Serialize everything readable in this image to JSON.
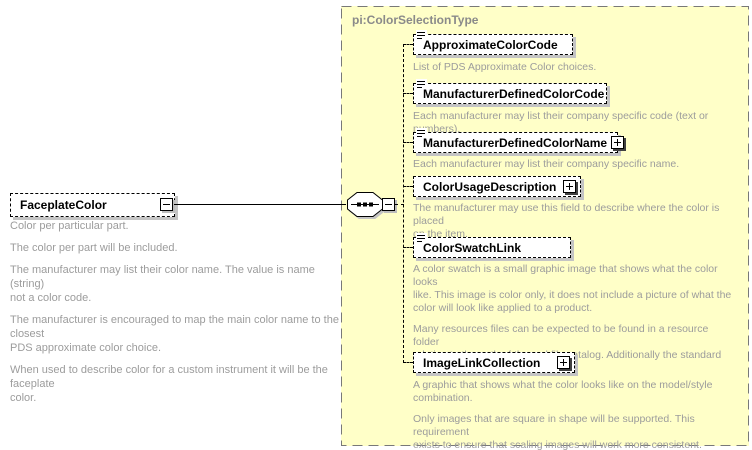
{
  "complex_type": {
    "title": "pi:ColorSelectionType",
    "fill_color": "#FFFFC8",
    "border_color": "#787878"
  },
  "root_element": {
    "label": "FaceplateColor",
    "collapse_state": "expanded",
    "annotation_paragraphs": [
      "Color per particular part.",
      "The color per part will be included.",
      "The manufacturer may list their color name.  The value is name (string)\nnot a color code.",
      "The manufacturer is encouraged to map the main color name to the closest\nPDS approximate color choice.",
      "When used to describe color for a custom instrument it will be the faceplate\ncolor."
    ]
  },
  "compositor": {
    "type": "sequence",
    "collapse_state": "expanded"
  },
  "children": [
    {
      "label": "ApproximateColorCode",
      "has_text_content_icon": true,
      "expandable": false,
      "desc": [
        "List of PDS Approximate Color choices."
      ]
    },
    {
      "label": "ManufacturerDefinedColorCode",
      "has_text_content_icon": true,
      "expandable": false,
      "desc": [
        "Each manufacturer may list their company specific code (text or numbers)."
      ]
    },
    {
      "label": "ManufacturerDefinedColorName",
      "has_text_content_icon": true,
      "expandable": true,
      "desc": [
        "Each manufacturer may list their company specific name."
      ]
    },
    {
      "label": "ColorUsageDescription",
      "has_text_content_icon": false,
      "expandable": true,
      "desc": [
        "The manufacturer may use this field to describe where the color is placed\non the item."
      ]
    },
    {
      "label": "ColorSwatchLink",
      "has_text_content_icon": true,
      "expandable": false,
      "desc": [
        "A color swatch is a small graphic image that shows what the color looks\nlike.  This image is color only, it does not include a picture of what the\ncolor will look like applied to a product.",
        "Many resources files can be expected to be found in a resource folder\nrelative to the path of the xml file catalog.  Additionally the standard\nsupport web resource links as well."
      ]
    },
    {
      "label": "ImageLinkCollection",
      "has_text_content_icon": false,
      "expandable": true,
      "desc": [
        "A graphic that shows what the color looks like on the model/style\ncombination.",
        "Only images that are square in shape will be supported.  This requirement\nexists to ensure that scaling images will work more consistent."
      ]
    }
  ],
  "colors": {
    "element_text": "#000000",
    "description_text": "#9C9C9C",
    "title_text": "#8A8A8A",
    "box_shadow": "#C4C4C4"
  }
}
